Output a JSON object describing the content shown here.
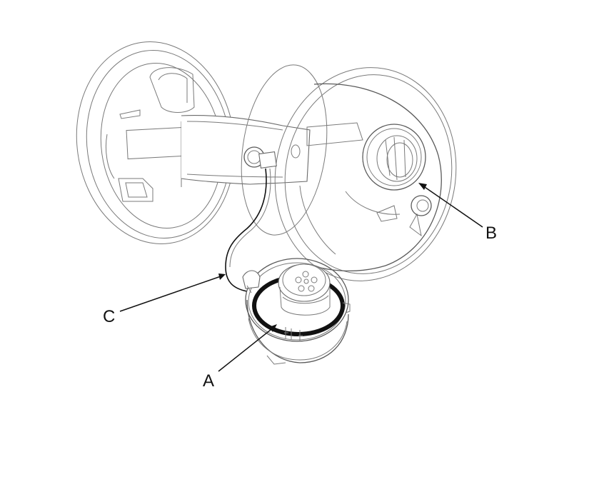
{
  "callouts": {
    "a": "A",
    "b": "B",
    "c": "C"
  },
  "colors": {
    "line_art": "#7a7a7a",
    "leader": "#111111",
    "gasket": "#111111",
    "background": "#ffffff"
  }
}
